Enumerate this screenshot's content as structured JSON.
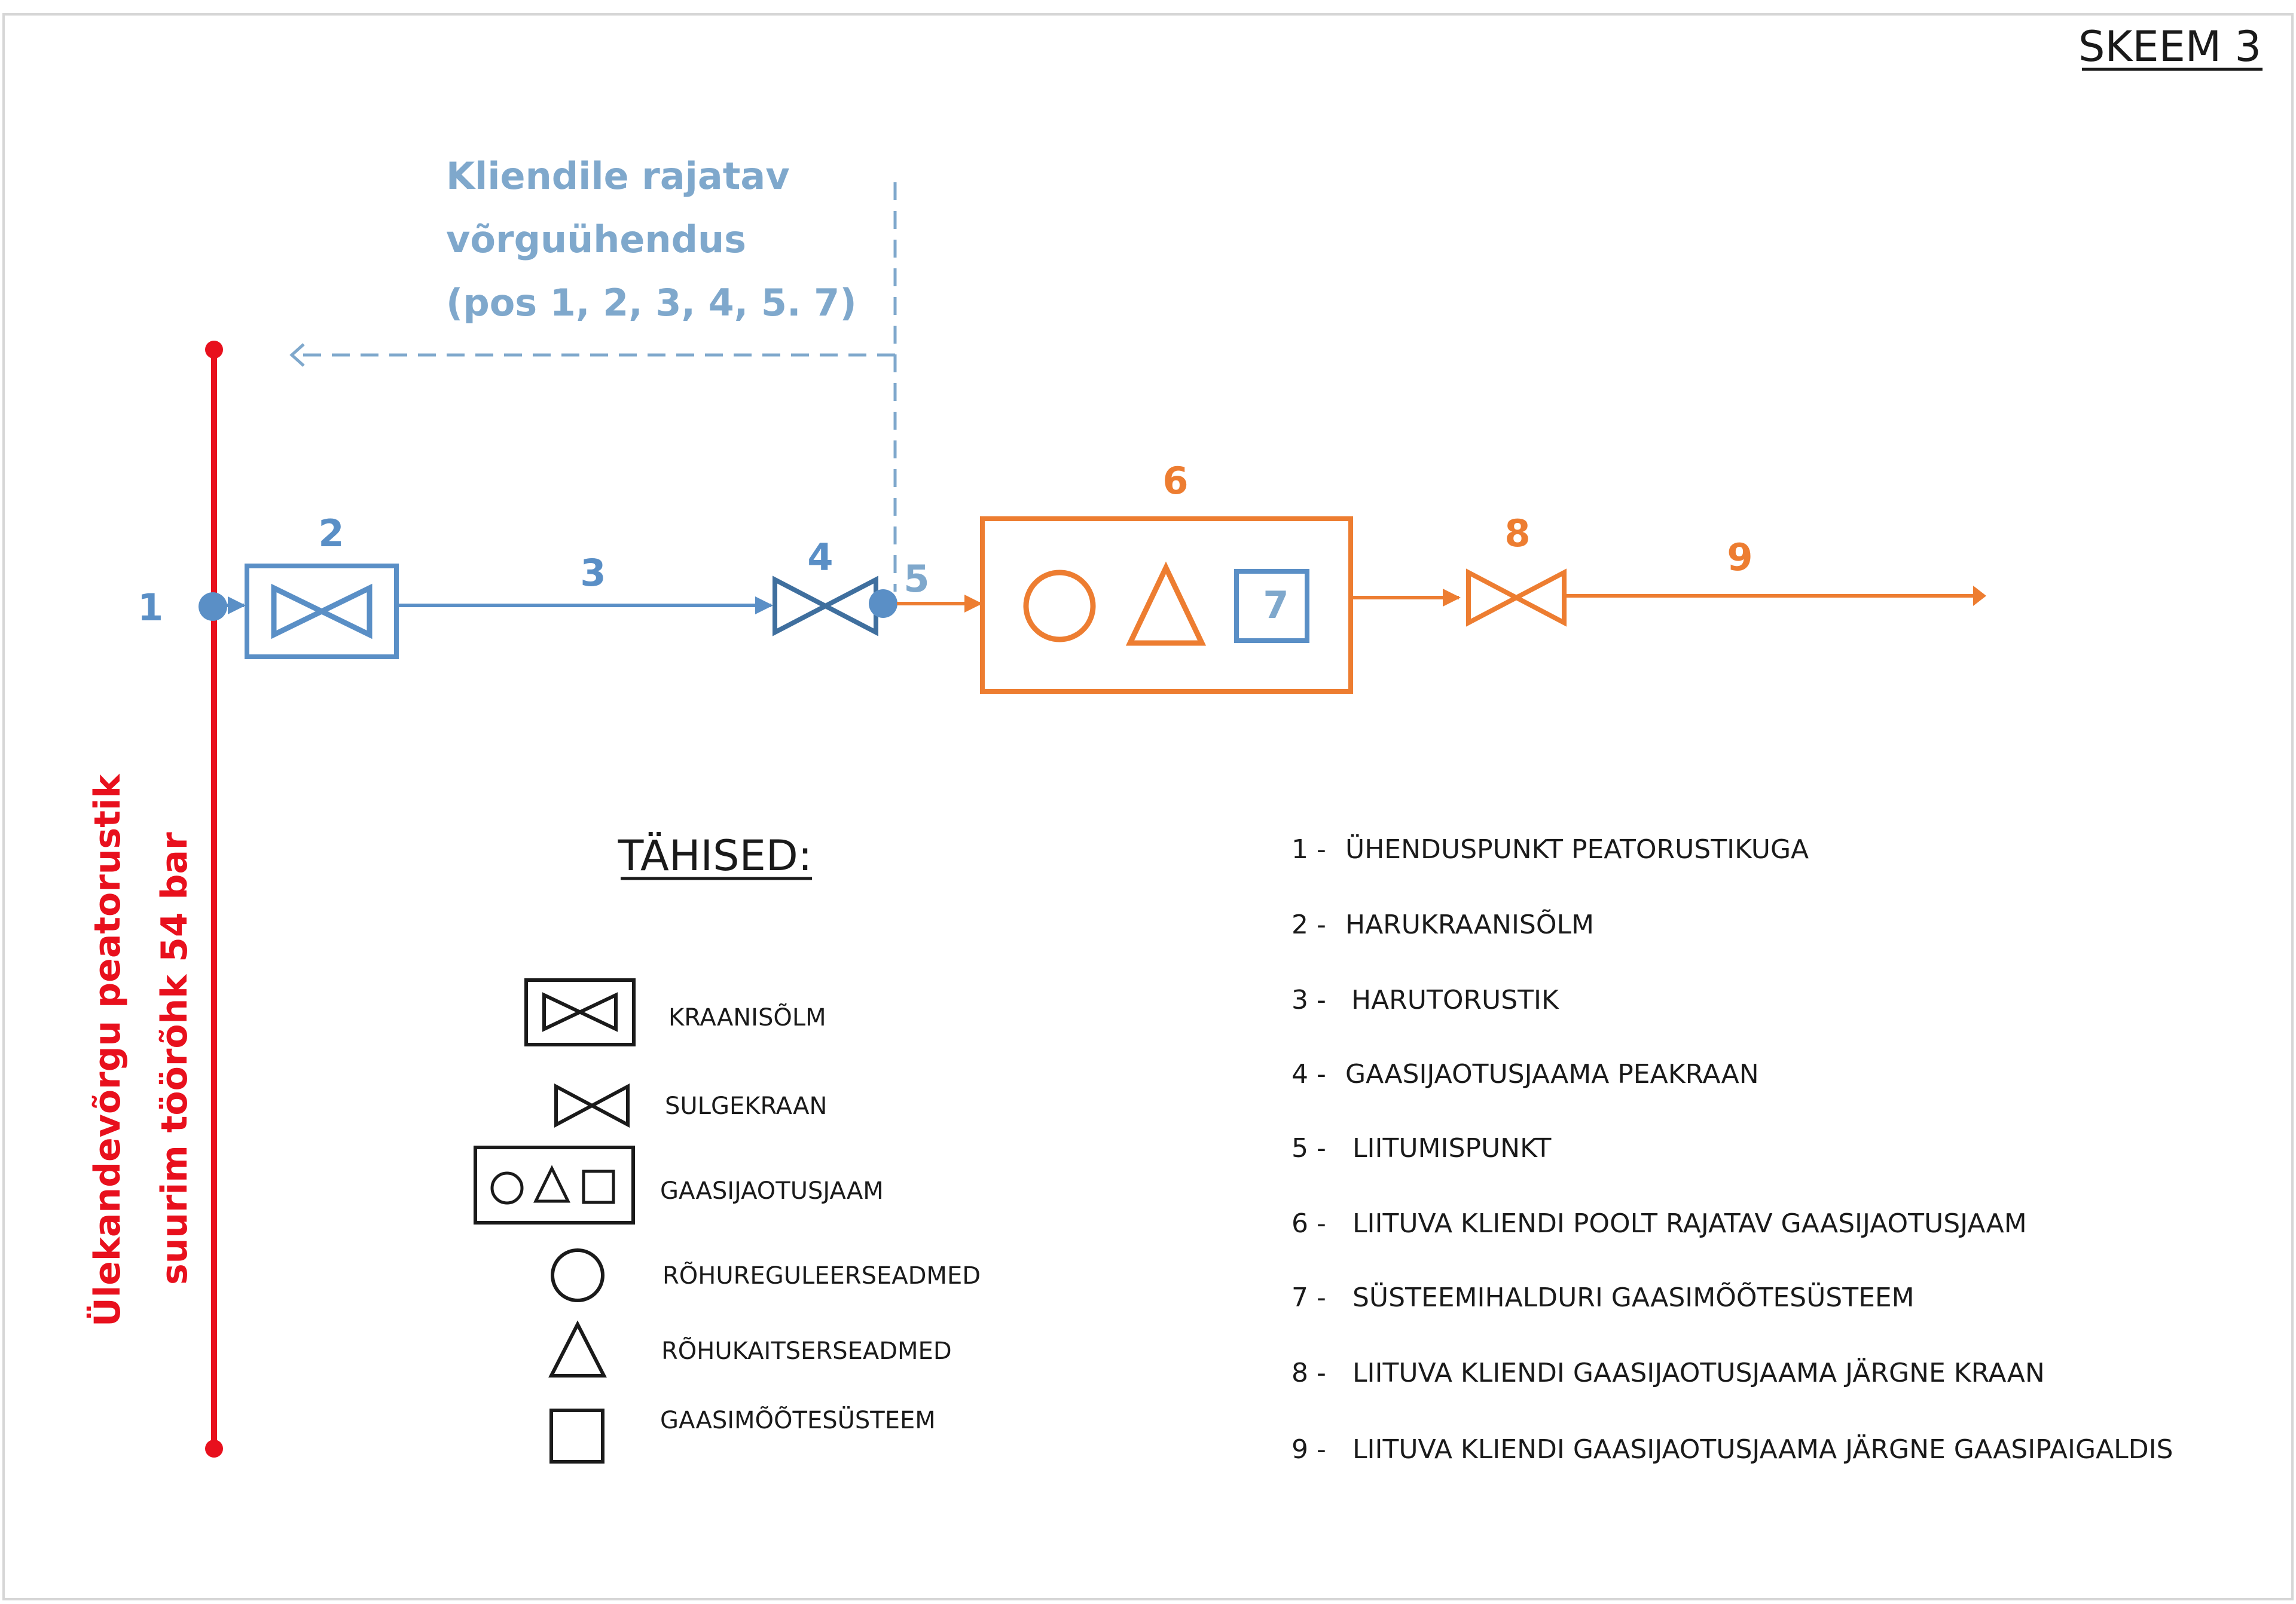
{
  "title": "SKEEM 3",
  "note": {
    "line1": "Kliendile rajatav",
    "line2": "võrguühendus",
    "line3": "(pos 1, 2, 3, 4, 5. 7)"
  },
  "main_pipe": {
    "line1": "Ülekandevõrgu peatorustik",
    "line2": "suurim töörõhk 54 bar"
  },
  "positions": {
    "p1": "1",
    "p2": "2",
    "p3": "3",
    "p4": "4",
    "p5": "5",
    "p6": "6",
    "p7": "7",
    "p8": "8",
    "p9": "9"
  },
  "legend": {
    "title": "TÄHISED:",
    "items": [
      {
        "icon": "valve-node-icon",
        "label": "KRAANISÕLM"
      },
      {
        "icon": "shutoff-valve-icon",
        "label": "SULGEKRAAN"
      },
      {
        "icon": "distribution-station-icon",
        "label": "GAASIJAOTUSJAAM"
      },
      {
        "icon": "circle-icon",
        "label": "RÕHUREGULEERSEADMED"
      },
      {
        "icon": "triangle-icon",
        "label": "RÕHUKAITSERSEADMED"
      },
      {
        "icon": "square-icon",
        "label": "GAASIMÕÕTESÜSTEEM"
      }
    ]
  },
  "key": [
    {
      "num": "1 -",
      "text": "ÜHENDUSPUNKT PEATORUSTIKUGA"
    },
    {
      "num": "2 -",
      "text": "HARUKRAANISÕLM"
    },
    {
      "num": "3 -",
      "text": "HARUTORUSTIK"
    },
    {
      "num": "4 -",
      "text": "GAASIJAOTUSJAAMA PEAKRAAN"
    },
    {
      "num": "5 -",
      "text": "LIITUMISPUNKT"
    },
    {
      "num": "6 -",
      "text": "LIITUVA KLIENDI POOLT RAJATAV GAASIJAOTUSJAAM"
    },
    {
      "num": "7 -",
      "text": "SÜSTEEMIHALDURI GAASIMÕÕTESÜSTEEM"
    },
    {
      "num": "8 -",
      "text": "LIITUVA KLIENDI GAASIJAOTUSJAAMA JÄRGNE KRAAN"
    },
    {
      "num": "9 -",
      "text": "LIITUVA KLIENDI GAASIJAOTUSJAAMA JÄRGNE GAASIPAIGALDIS"
    }
  ],
  "colors": {
    "customer_connection": "#5a8fc6",
    "client_station": "#ed7d31",
    "transmission_main": "#e8101d",
    "note": "#7fa8cc",
    "ink": "#1a1a1a"
  }
}
